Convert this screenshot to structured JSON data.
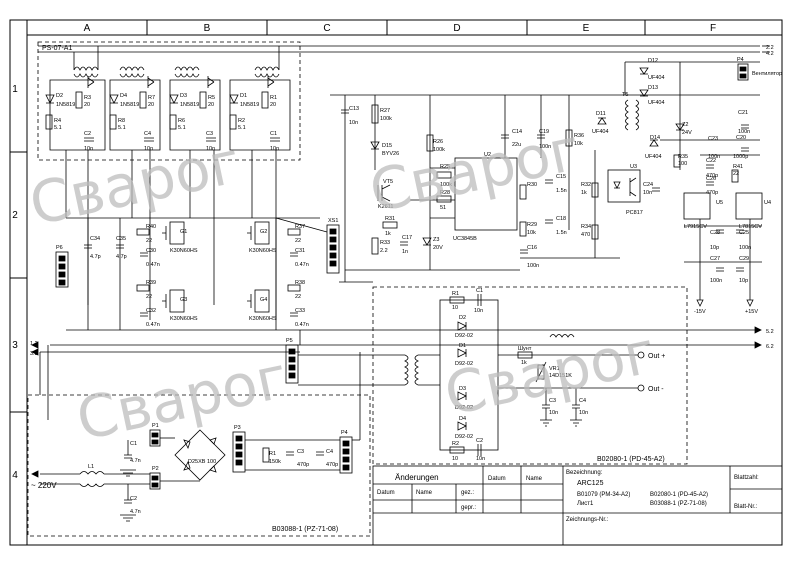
{
  "grid": {
    "columns": [
      "A",
      "B",
      "C",
      "D",
      "E",
      "F"
    ],
    "rows": [
      "1",
      "2",
      "3",
      "4"
    ]
  },
  "watermark": [
    "Сварог",
    "Сварог",
    "Сварог",
    "Сварог"
  ],
  "blocks": {
    "ps": "PS-07-A1",
    "pd": "B02080-1 (PD-45-A2)",
    "pz": "B03088-1 (PZ-71-08)"
  },
  "rails": {
    "r22": "2.2",
    "r42": "4.2",
    "r52": "5.2",
    "r62": "6.2",
    "r12": "1.2",
    "r32": "3.2",
    "p15": "+15V",
    "n15": "-15V"
  },
  "labels": {
    "fan": "Вентилятор",
    "mains": "~ 220V",
    "out_plus": "Out +",
    "out_minus": "Out -",
    "shunt": "Шунт",
    "u2": "U2",
    "u2_part": "UC3845B",
    "u3": "U3",
    "u3_part": "PC817",
    "u4": "U4",
    "u4_part": "L7815CV",
    "u5": "U5",
    "u5_part": "L7915CV",
    "bridge": "D25XB 100"
  },
  "parts": {
    "ps_diodes": [
      "D2",
      "D4",
      "D3",
      "D1"
    ],
    "ps_diode_type": "1N5819",
    "ps_res": [
      "R3",
      "R7",
      "R5",
      "R1"
    ],
    "ps_res_val": "20",
    "ps_res2": [
      "R4",
      "R8",
      "R6",
      "R2"
    ],
    "ps_res2_val": "5.1",
    "ps_caps": [
      "C2",
      "C4",
      "C3",
      "C1"
    ],
    "ps_cap_val": "10n",
    "igbt": [
      "G1",
      "G3",
      "G2",
      "G4"
    ],
    "igbt_type": "K30N60HS",
    "gate_res": [
      "R40",
      "R39",
      "R37",
      "R38"
    ],
    "gate_res_val": "22",
    "gate_caps": [
      "C30",
      "C32",
      "C31",
      "C33"
    ],
    "gate_cap_val": "0.47n",
    "c34": "C34",
    "c34v": "4.7p",
    "c35": "C35",
    "c35v": "4.7p",
    "p6": "P6",
    "xs1": "XS1",
    "p5": "P5",
    "c13": "C13",
    "c13v": "10n",
    "r27": "R27",
    "r27v": "100k",
    "d15": "D15",
    "d15t": "BYV26",
    "vt5": "VT5",
    "vt5t": "K2611",
    "r26": "R26",
    "r26v": "100k",
    "r25": "R25",
    "r25v": "100k",
    "r28": "R28",
    "r28v": "51",
    "r31": "R31",
    "r31v": "1k",
    "r33": "R33",
    "r33v": "2.2",
    "c17": "C17",
    "c17v": "1n",
    "z3": "Z3",
    "z3v": "20V",
    "c14": "C14",
    "c14v": "22u",
    "c19": "C19",
    "c19v": "100n",
    "r36": "R36",
    "r36v": "10k",
    "r35": "R35",
    "c15": "C15",
    "c15v": "1.5n",
    "c18": "C18",
    "c18v": "1.5n",
    "r29": "R29",
    "r29v": "10k",
    "r30": "R30",
    "c16": "C16",
    "c16v": "100n",
    "r32": "R32",
    "r32v": "1k",
    "r34": "R34",
    "r34v": "470",
    "p4": "P4",
    "d12": "D12",
    "d12t": "UF404",
    "d13": "D13",
    "d13t": "UF404",
    "t5": "T5",
    "d11": "D11",
    "d11t": "UF404",
    "d14": "D14",
    "d14t": "UF404",
    "z2": "Z2",
    "z2v": "24V",
    "c21": "C21",
    "c21v": "100n",
    "c20": "C20",
    "c20v": "1000p",
    "c23": "C23",
    "c23v": "100n",
    "r35v": "100",
    "c22": "C22",
    "c22v": "470p",
    "c24": "C24",
    "c24v": "10n",
    "r41": "R41",
    "r41v": "22",
    "c26": "C26",
    "c26v": "470p",
    "c25": "C25",
    "c25v": "100n",
    "c27": "C27",
    "c27v": "100n",
    "c28": "C28",
    "c28v": "10p",
    "c29": "C29",
    "c29v": "10p",
    "pd_r1": "R1",
    "pd_r1v": "10",
    "pd_c1": "C1",
    "pd_c1v": "10n",
    "pd_d1": "D1",
    "pd_d2": "D2",
    "pd_d3": "D3",
    "pd_d4": "D4",
    "pd_dt": "D92-02",
    "pd_r2": "R2",
    "pd_r2v": "10",
    "pd_c2": "C2",
    "pd_c2v": "10n",
    "pd_c3": "C3",
    "pd_c3v": "10n",
    "pd_c4": "C4",
    "pd_c4v": "10n",
    "pd_shunt_v": "1k",
    "pd_vr1": "VR1",
    "pd_vr1t": "14D151K",
    "pz_l1": "L1",
    "pz_p1": "P1",
    "pz_p2": "P2",
    "pz_p3": "P3",
    "pz_p4": "P4",
    "pz_c1": "C1",
    "pz_c1v": "4.7n",
    "pz_c2": "C2",
    "pz_c2v": "4.7n",
    "pz_r1": "R1",
    "pz_r1v": "150k",
    "pz_c3": "C3",
    "pz_c3v": "470p",
    "pz_c4": "C4",
    "pz_c4v": "470p"
  },
  "title_block": {
    "changes": "Änderungen",
    "datum": "Datum",
    "name": "Name",
    "gez": "gez.:",
    "gepr": "gepr.:",
    "bez": "Bezeichnung:",
    "bez_value": "ARC125",
    "docs_left": [
      "B01079 (PM-34-A2)",
      "Лист1"
    ],
    "docs_right": [
      "B02080-1 (PD-45-A2)",
      "B03088-1 (PZ-71-08)"
    ],
    "zeich": "Zeichnungs-Nr.:",
    "blattzahl": "Blattzahl:",
    "blattnr": "Blatt-Nr.:"
  }
}
